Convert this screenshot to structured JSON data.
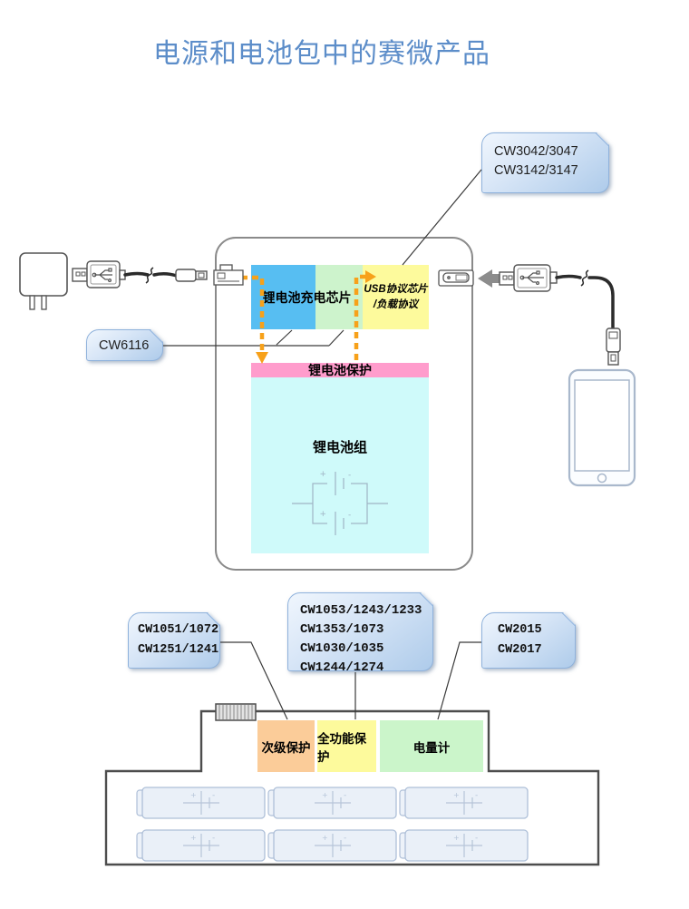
{
  "title": "电源和电池包中的赛微产品",
  "powerbank": {
    "charge_chip_label": "锂电池充电芯片",
    "usb_chip_label_line1": "USB协议芯片",
    "usb_chip_label_line2": "/负载协议",
    "protection_bar_label": "锂电池保护",
    "battery_pack_label": "锂电池组"
  },
  "callouts": {
    "cw3042": {
      "lines": [
        "CW3042/3047",
        "CW3142/3147"
      ]
    },
    "cw6116": {
      "lines": [
        "CW6116"
      ]
    },
    "cw1051": {
      "lines": [
        "CW1051/1072",
        "CW1251/1241"
      ]
    },
    "cw1053": {
      "lines": [
        "CW1053/1243/1233",
        "CW1353/1073",
        "CW1030/1035",
        "CW1244/1274"
      ]
    },
    "cw2015": {
      "lines": [
        "CW2015",
        "CW2017"
      ]
    }
  },
  "battery_pack_bottom": {
    "secondary_protection_label": "次级保护",
    "full_protection_label": "全功能保护",
    "fuel_gauge_label": "电量计"
  },
  "battery_symbol": {
    "plus": "+",
    "minus": "-"
  },
  "colors": {
    "title_blue": "#5C8DC9",
    "charge_chip_blue": "#57BEF2",
    "mid_chip_green": "#CDF3CC",
    "usb_chip_yellow": "#FDFA9C",
    "protection_pink": "#FF9CCC",
    "battery_pack_cyan": "#CFFAFA",
    "secondary_protection_orange": "#FBCC99",
    "full_protection_yellow": "#FDFA9C",
    "fuel_gauge_green": "#CBF5CA",
    "callout_border_blue": "#8FB2DC",
    "arrow_orange": "#F7A11A"
  }
}
